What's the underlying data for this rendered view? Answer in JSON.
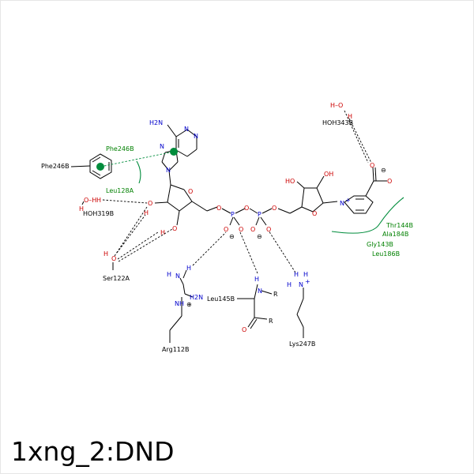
{
  "title": "1xng_2:DND",
  "residues": {
    "phe246b_a": "Phe246B",
    "phe246b_b": "Phe246B",
    "leu128a": "Leu128A",
    "hoh319b": "HOH319B",
    "ser122a": "Ser122A",
    "arg112b": "Arg112B",
    "leu145b": "Leu145B",
    "lys247b": "Lys247B",
    "hoh343b": "HOH343B",
    "thr144b": "Thr144B",
    "ala184b": "Ala184B",
    "gly143b": "Gly143B",
    "leu186b": "Leu186B"
  },
  "atoms": {
    "h2n_adenine": "H2N",
    "n": "N",
    "o": "O",
    "h": "H",
    "oh": "OH",
    "ho": "HO",
    "p": "P",
    "r": "R",
    "h2n": "H2N",
    "hn": "H",
    "nh": "NH",
    "npos": "N",
    "plus": "+",
    "minus": "⊖",
    "oplus": "⊕",
    "o_h": "O–H",
    "h_o": "H–O",
    "hn_label": "H"
  },
  "colors": {
    "oxygen": "#cc0000",
    "nitrogen": "#0000cc",
    "hydrophobic": "#008c3c",
    "bond": "#000000"
  }
}
